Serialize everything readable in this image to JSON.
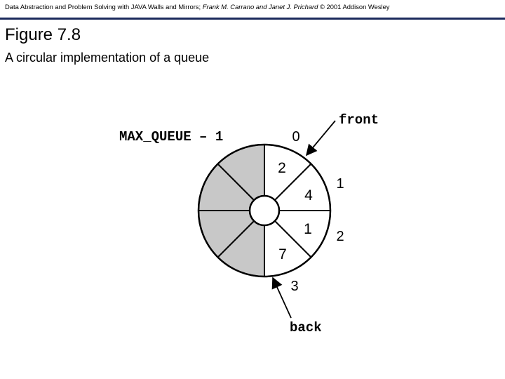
{
  "header": {
    "book": "Data Abstraction and Problem Solving with JAVA  Walls and Mirrors;",
    "authors": "Frank M. Carrano and Janet J. Prichard",
    "copyright": "© 2001 Addison Wesley"
  },
  "figure": {
    "title": "Figure 7.8",
    "caption": "A circular implementation of a queue"
  },
  "diagram": {
    "max_queue_label": "MAX_QUEUE – 1",
    "front_label": "front",
    "back_label": "back",
    "index_labels": [
      "0",
      "1",
      "2",
      "3"
    ],
    "slot_values": [
      "2",
      "4",
      "1",
      "7"
    ],
    "colors": {
      "filled": "#ffffff",
      "empty": "#c8c8c8",
      "stroke": "#000000"
    }
  }
}
